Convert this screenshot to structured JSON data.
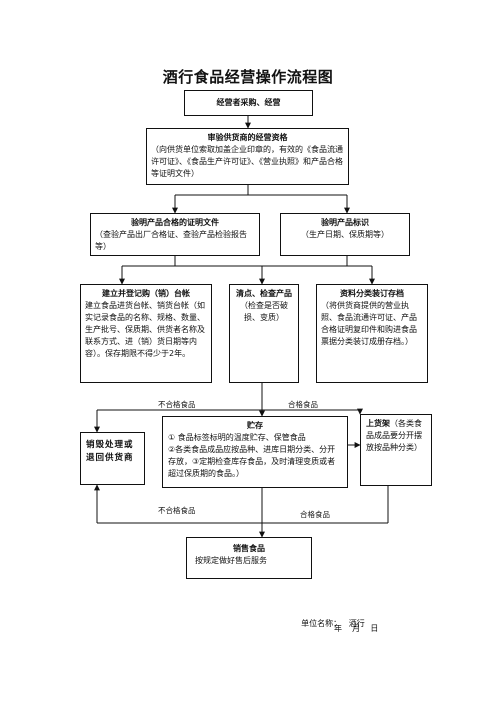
{
  "title": "酒行食品经营操作流程图",
  "nodes": {
    "procure": {
      "title": "经营者采购、经营"
    },
    "verify_supplier": {
      "title": "审验供货商的经营资格",
      "text": "（向供货单位索取加盖企业印章的，有效的《食品流通许可证》、《食品生产许可证》、《营业执照》和产品合格等证明文件）"
    },
    "verify_cert": {
      "title": "验明产品合格的证明文件",
      "text": "（查验产品出厂合格证、查验产品检验报告等）"
    },
    "verify_label": {
      "title": "验明产品标识",
      "text": "（生产日期、保质期等）"
    },
    "ledger": {
      "title": "建立并登记购（销）台帐",
      "text": "建立食品进货台帐、销货台帐（如实记录食品的名称、规格、数量、生产批号、保质期、供货者名称及联系方式、进（销）货日期等内容）。保存期限不得少于2年。"
    },
    "inspect": {
      "title": "清点、检查产品",
      "text": "（检查是否破损、变质）"
    },
    "archive": {
      "title": "资料分类装订存档",
      "text": "（将供货商提供的营业执照、食品流通许可证、产品合格证明复印件和购进食品票据分类装订成册存档。）"
    },
    "return": {
      "title": "销毁处理或退回供货商"
    },
    "storage": {
      "title": "贮存",
      "lines": [
        "①  食品标签标明的温度贮存、保管食品",
        "②各类食品成品应按品种、进库日期分类、分开存放，③定期检查库存食品，及时清理变质或者超过保质期的食品。）"
      ]
    },
    "shelf": {
      "title": "上货架",
      "text": "（各类食品成品要分开摆放按品种分类）"
    },
    "sales": {
      "title": "销售食品",
      "text": "按规定做好售后服务"
    }
  },
  "edge_labels": {
    "unqualified_top": "不合格食品",
    "qualified_top": "合格食品",
    "unqualified_bottom": "不合格食品",
    "qualified_bottom": "合格食品"
  },
  "footer": {
    "unit_label": "单位名称：",
    "unit_name": "酒行",
    "date": "年    月    日"
  }
}
